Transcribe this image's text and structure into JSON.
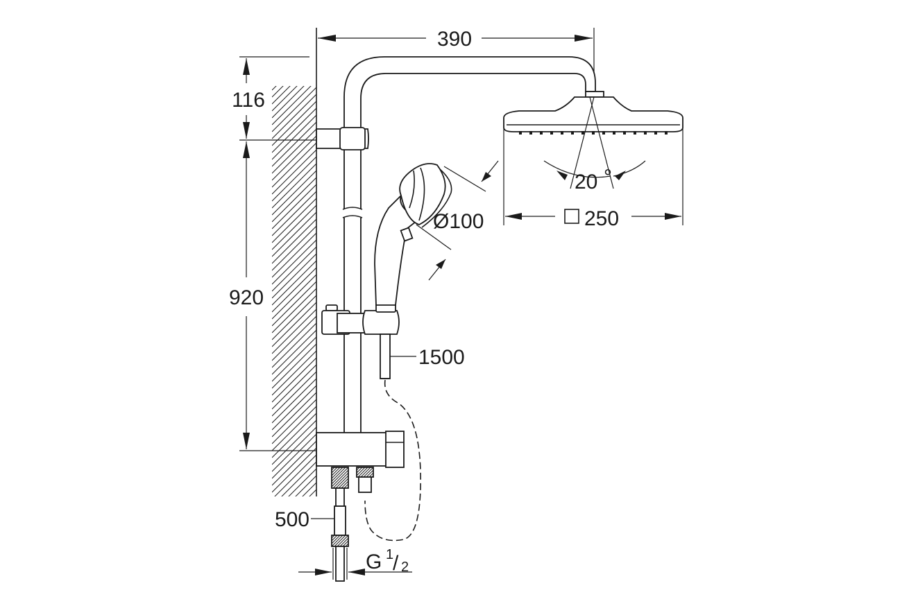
{
  "dimensions": {
    "arm_reach": "390",
    "top_offset": "116",
    "rail_length": "920",
    "hand_shower_diameter": "Ø100",
    "head_shower_size": "250",
    "head_angle": "20",
    "head_angle_unit": "°",
    "hose_length": "1500",
    "supply_hose_length": "500",
    "thread_letter": "G",
    "thread_numerator": "1",
    "thread_denominator": "2"
  }
}
